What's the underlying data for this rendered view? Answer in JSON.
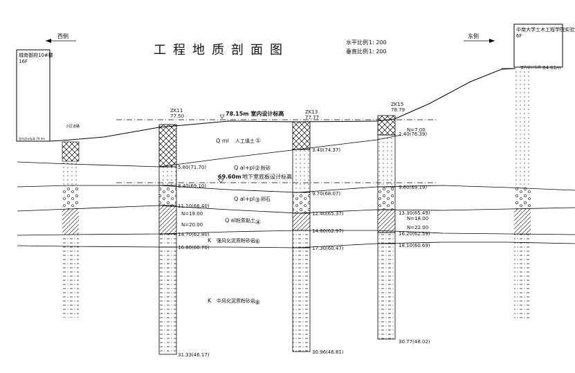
{
  "title": "工程地质剖面图",
  "scale": {
    "horizontal_label": "水平比例",
    "horizontal_value": "1: 200",
    "vertical_label": "垂直比例",
    "vertical_value": "1: 200"
  },
  "directions": {
    "west": "西侧",
    "east": "东侧"
  },
  "buildings": {
    "left": {
      "name": "城南御府10#楼",
      "floors": "16F",
      "base": "室内设计标高  79.4m"
    },
    "right": {
      "name": "中南大学土木工程学院实验室",
      "floors": "6F",
      "base_label": "室内设计标高",
      "base_value": "84.61m"
    }
  },
  "labels": {
    "indoor_design": "78.15m 室内设计标高",
    "basement_design_value": "69.60m",
    "basement_design_text": "地下室底板设计标高",
    "road": "小区道路"
  },
  "boreholes": [
    {
      "id": "ZK11",
      "elev": "77.50",
      "bottom": "31.33(46.17)",
      "levels": [
        "5.80(71.70)",
        "8.40(69.10)",
        "11.10(66.40)",
        "14.70(62.80)",
        "16.80(60.70)"
      ],
      "spt": [
        "N=19.00",
        "N=20.00"
      ]
    },
    {
      "id": "ZK13",
      "elev": "77.77",
      "bottom": "30.96(46.81)",
      "levels": [
        "3.40(74.37)",
        "9.70(68.07)",
        "12.40(65.37)",
        "14.80(62.97)",
        "17.30(60.47)"
      ],
      "spt": []
    },
    {
      "id": "ZK15",
      "elev": "78.79",
      "bottom": "30.77(48.02)",
      "levels": [
        "2.40(76.39)",
        "9.60(69.19)",
        "13.30(65.49)",
        "16.20(62.59)",
        "18.10(60.69)"
      ],
      "spt": [
        "N=7.00",
        "N=18.00",
        "N=22.00"
      ]
    }
  ],
  "strata": [
    {
      "code": "Q ml",
      "name": "人工填土",
      "num": "①"
    },
    {
      "code": "Q al+pl",
      "name": "粉砂",
      "num": "②"
    },
    {
      "code": "Q al+pl",
      "name": "卵石",
      "num": "③"
    },
    {
      "code": "Q el",
      "name": "粉质黏土",
      "num": "④"
    },
    {
      "code": "K",
      "name": "强风化泥质粉砂岩",
      "num": "⑥"
    },
    {
      "code": "K",
      "name": "中风化泥质粉砂岩",
      "num": "⑧"
    }
  ]
}
